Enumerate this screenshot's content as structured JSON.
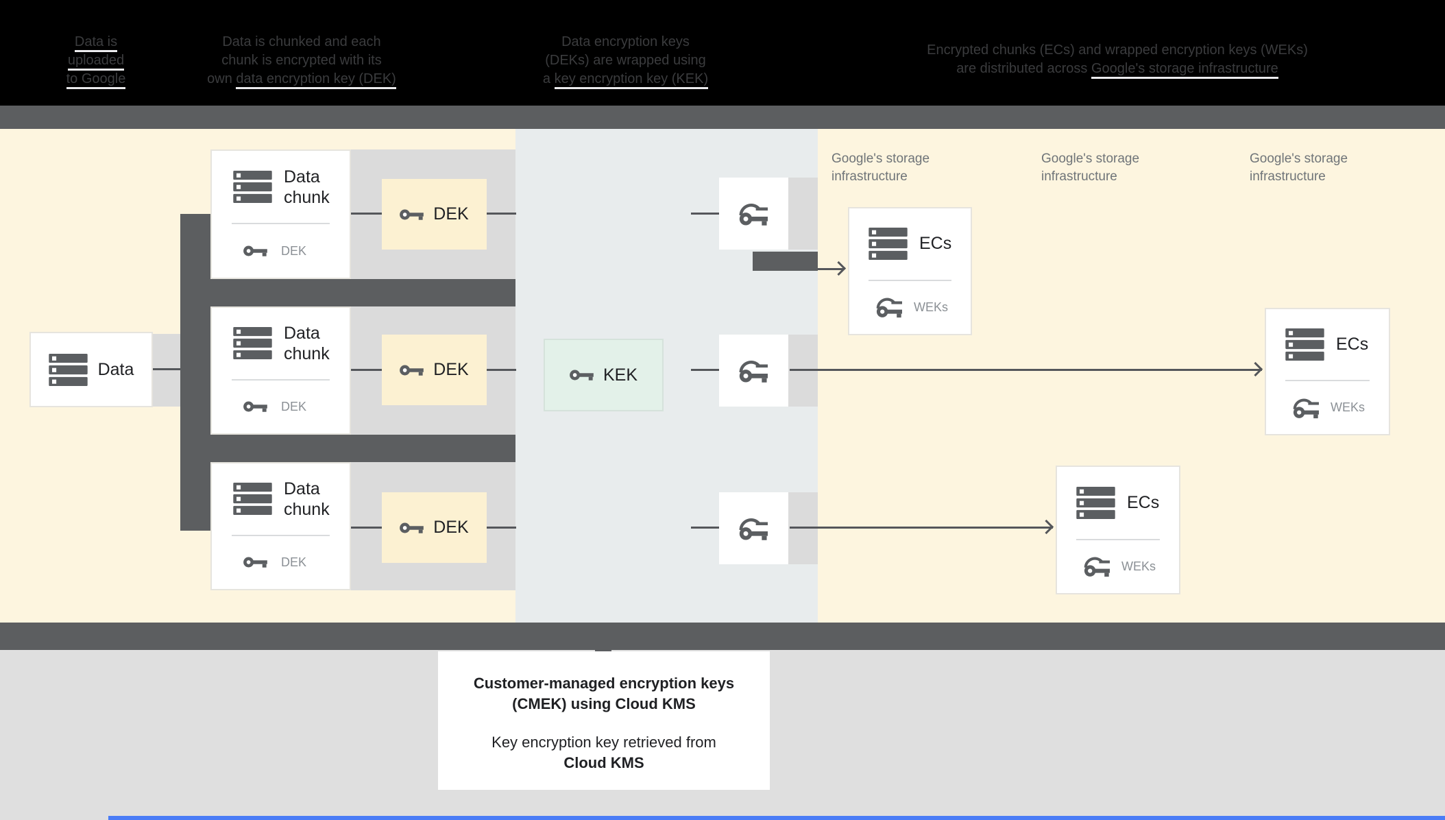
{
  "header": {
    "captions": {
      "upload": {
        "l1": "Data is",
        "l2": "uploaded",
        "l3": "to Google"
      },
      "chunking": {
        "l1": "Data is chunked and each",
        "l2": "chunk is encrypted with its",
        "l3_pre": "own ",
        "l3_link": "data encryption key (DEK)"
      },
      "wrapping": {
        "l1": "Data encryption keys",
        "l2": "(DEKs) are wrapped using",
        "l3_pre": "a ",
        "l3_link": "key encryption key (KEK)"
      },
      "distribution": {
        "l1": "Encrypted chunks (ECs) and wrapped encryption keys (WEKs)",
        "l2_pre": "are distributed across ",
        "l2_link": "Google's storage infrastructure"
      }
    }
  },
  "diagram": {
    "data_label": "Data",
    "chunk": {
      "l1": "Data",
      "l2": "chunk",
      "key": "DEK"
    },
    "dek": "DEK",
    "kek": "KEK",
    "storage": {
      "l1": "Google's storage",
      "l2": "infrastructure"
    },
    "ecs": {
      "label": "ECs",
      "key": "WEKs"
    }
  },
  "callout": {
    "title_l1": "Customer-managed encryption keys",
    "title_l2": "(CMEK) using Cloud KMS",
    "body": "Key encryption key retrieved from",
    "body_bold": "Cloud KMS"
  },
  "colors": {
    "cream_bg": "#fdf5df",
    "kms_column_bg": "#e8eced",
    "dark_gray": "#5c5e60",
    "light_band": "#dbdbdb",
    "kek_bg": "#e3f1e9",
    "dek_bg": "#fcf1d2",
    "bottom_bg": "#dfdfdf",
    "progress_blue": "#4a7cf6"
  }
}
